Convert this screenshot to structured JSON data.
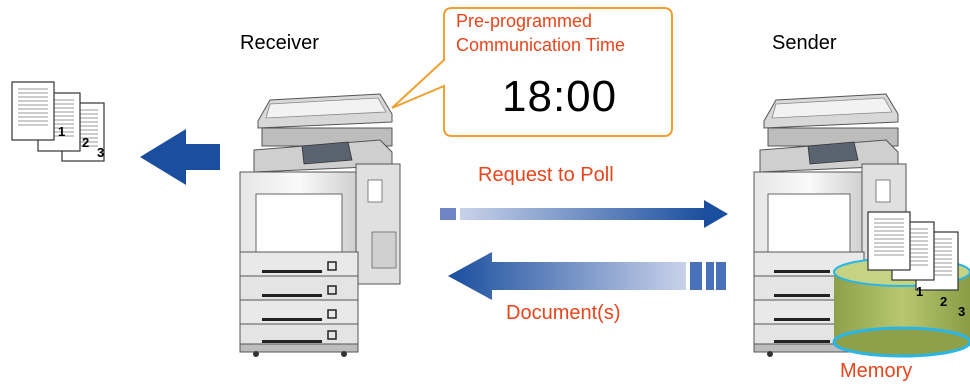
{
  "labels": {
    "receiver": "Receiver",
    "sender": "Sender",
    "request": "Request to Poll",
    "documents": "Document(s)",
    "memory": "Memory"
  },
  "callout": {
    "line1": "Pre-programmed",
    "line2": "Communication Time",
    "time": "18:00"
  },
  "pages": [
    "1",
    "2",
    "3"
  ],
  "colors": {
    "accent": "#e8451c",
    "callout_border": "#f0a030",
    "arrow_blue": "#1a4e9e",
    "memory_green": "#a8b860",
    "memory_rim": "#29b6e6"
  }
}
